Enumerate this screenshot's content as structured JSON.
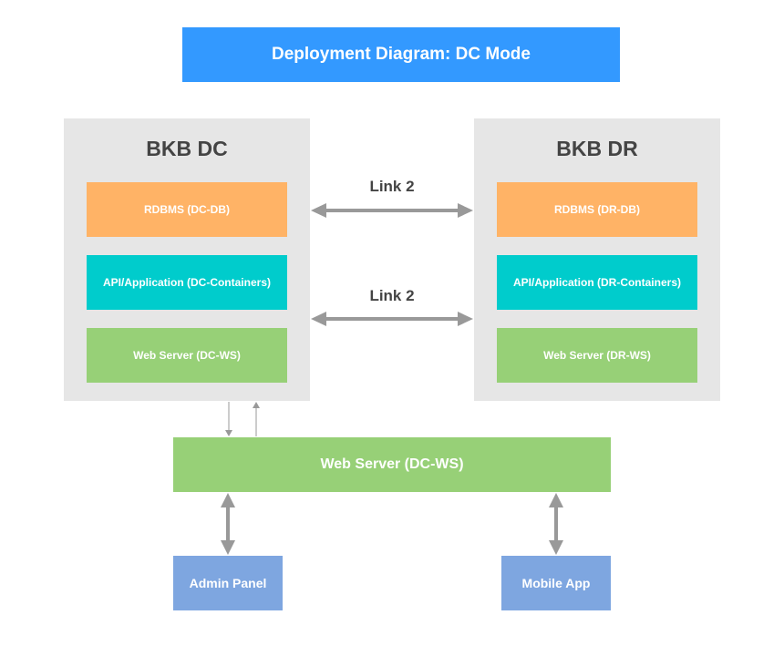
{
  "title": "Deployment Diagram: DC Mode",
  "dc": {
    "title": "BKB DC",
    "db": "RDBMS (DC-DB)",
    "api": "API/Application (DC-Containers)",
    "ws": "Web Server (DC-WS)"
  },
  "dr": {
    "title": "BKB DR",
    "db": "RDBMS (DR-DB)",
    "api": "API/Application (DR-Containers)",
    "ws": "Web Server (DR-WS)"
  },
  "links": {
    "top": "Link 2",
    "bottom": "Link 2"
  },
  "web_server": "Web Server (DC-WS)",
  "clients": {
    "admin": "Admin Panel",
    "mobile": "Mobile App"
  },
  "colors": {
    "title_bg": "#3399ff",
    "panel_bg": "#e6e6e6",
    "db": "#ffb366",
    "api": "#00cccc",
    "web_server": "#97d077",
    "client": "#7ea6e0",
    "arrow": "#999999"
  }
}
